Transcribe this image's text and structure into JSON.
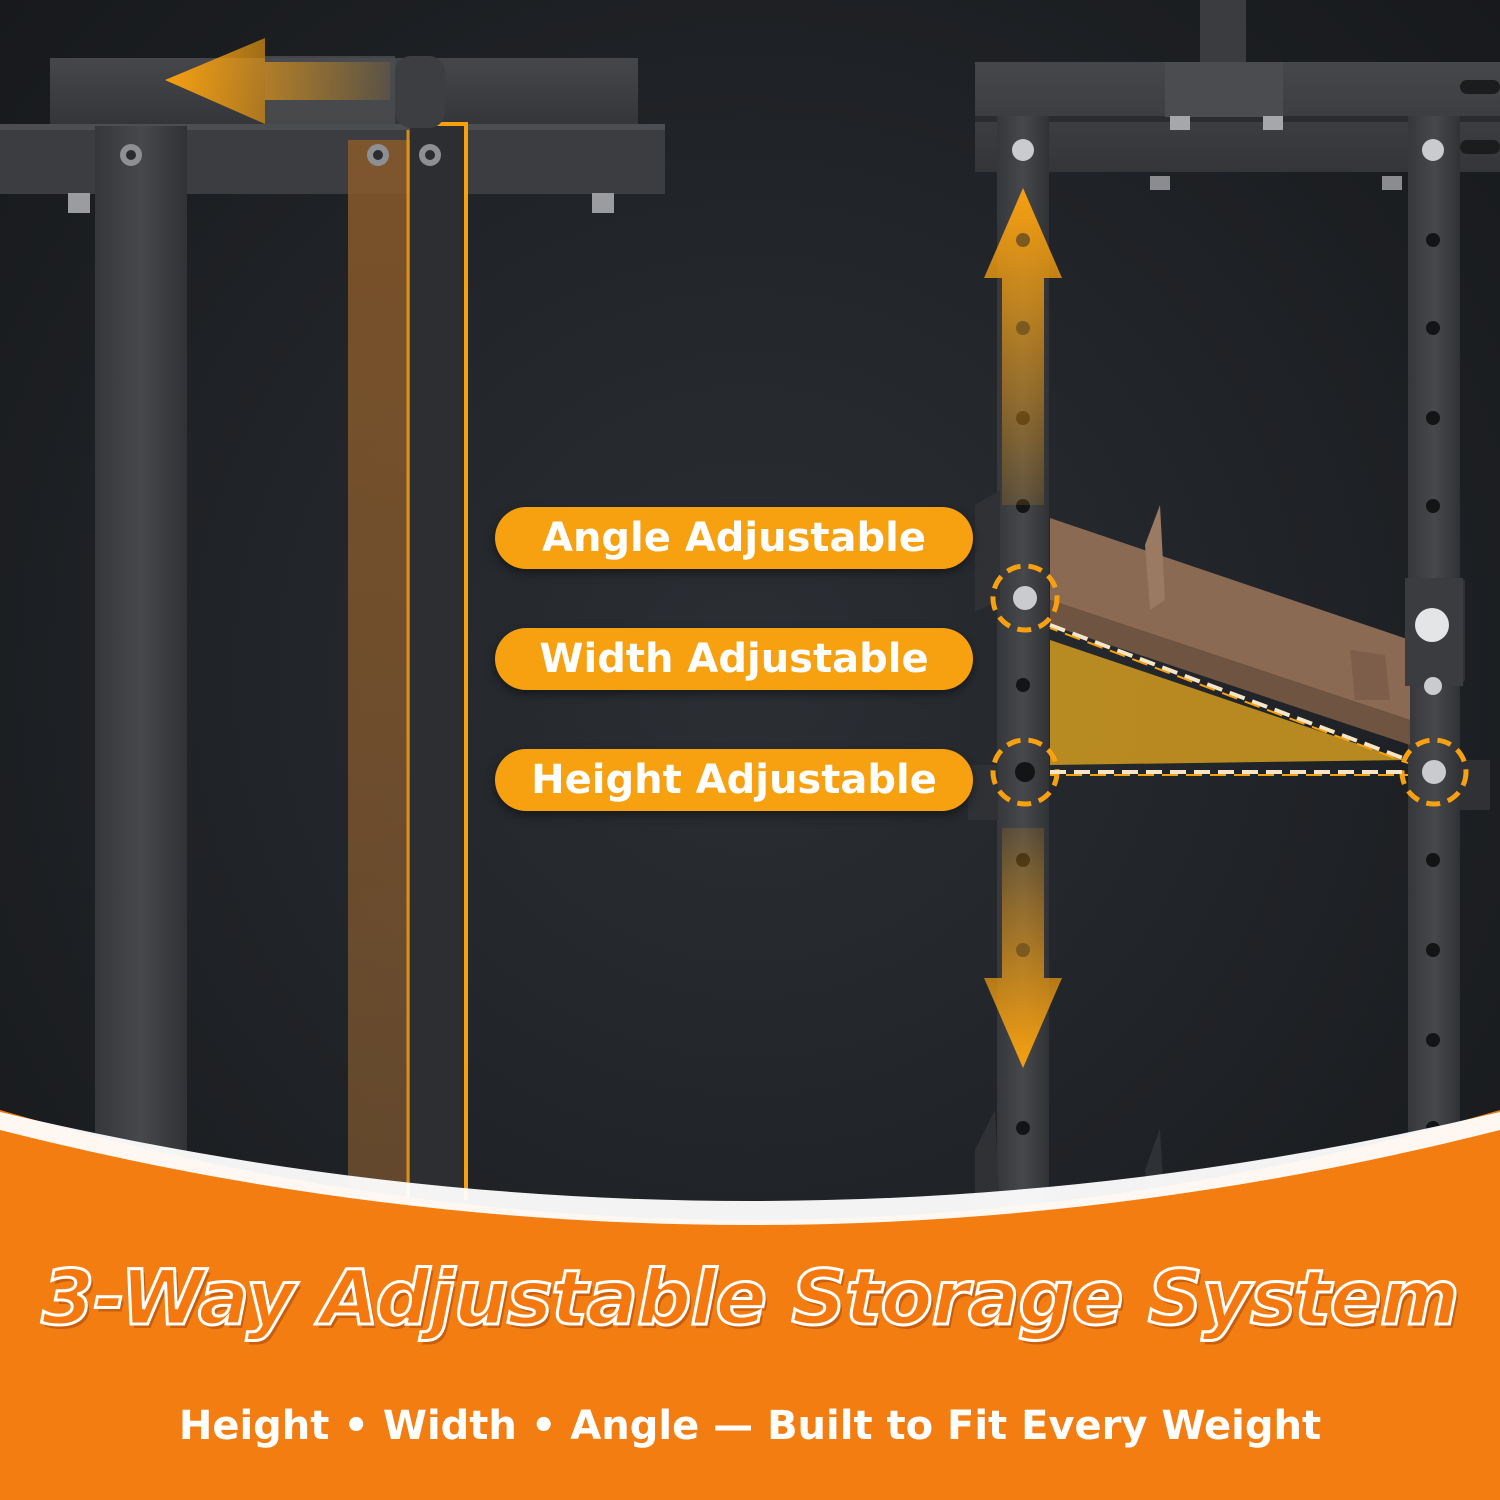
{
  "callouts": {
    "angle": "Angle Adjustable",
    "width": "Width Adjustable",
    "height": "Height Adjustable"
  },
  "banner": {
    "headline": "3-Way Adjustable Storage System",
    "tagline": "Height • Width • Angle — Built to Fit Every Weight"
  },
  "colors": {
    "accent_orange": "#f7a010",
    "banner_orange": "#f5780e",
    "frame_steel": "#3f4144",
    "background": "#1f2226"
  },
  "icons": [
    "arrow-left-icon",
    "arrow-up-icon",
    "arrow-down-icon",
    "pivot-circle-icon"
  ]
}
